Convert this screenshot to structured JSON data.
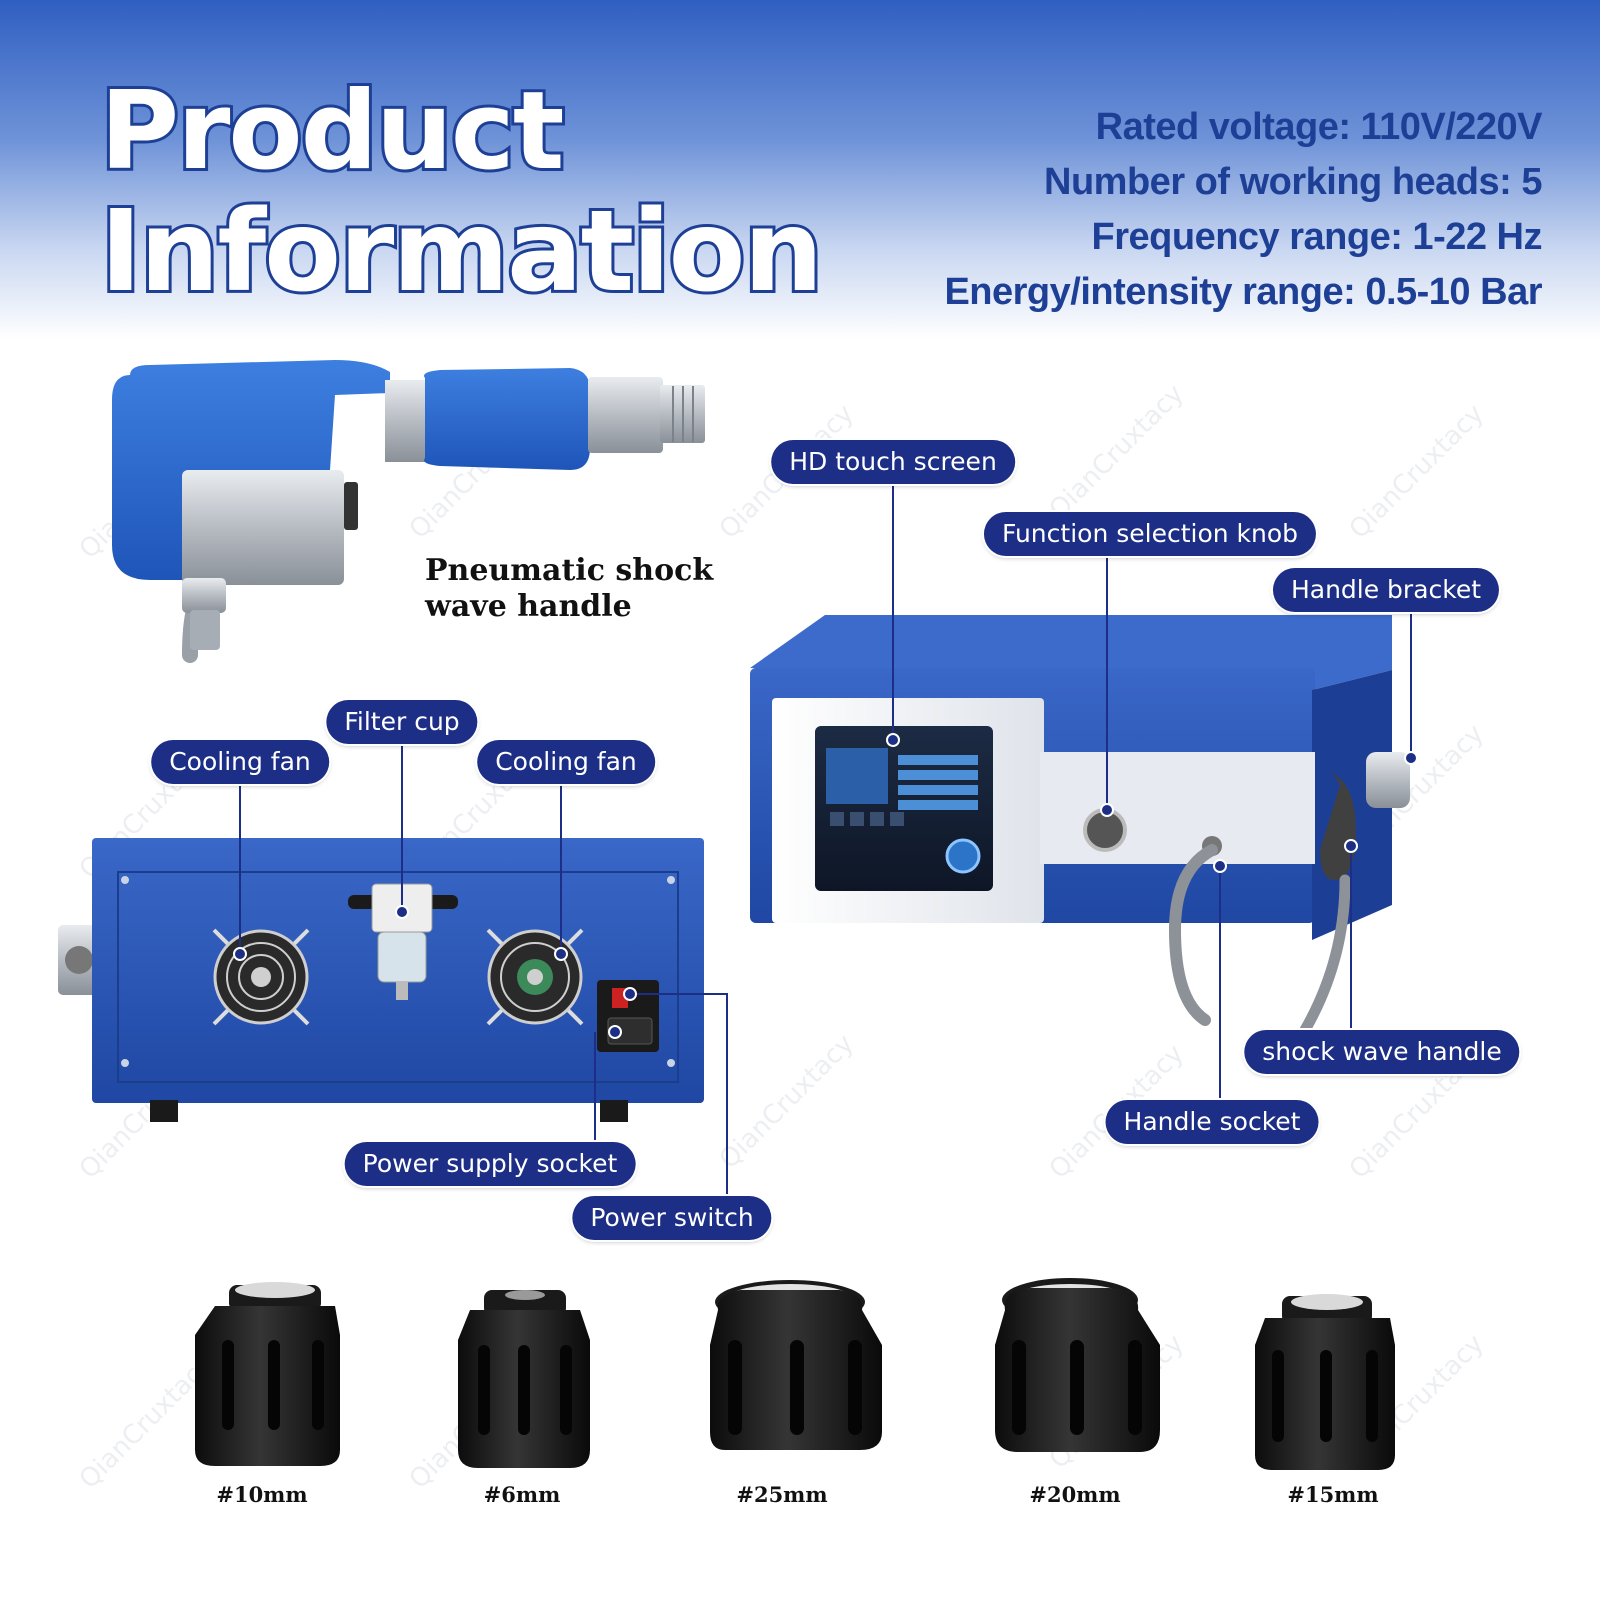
{
  "title": {
    "line1": "Product",
    "line2": "Information"
  },
  "specs": [
    "Rated voltage: 110V/220V",
    "Number of working heads: 5",
    "Frequency range: 1-22 Hz",
    "Energy/intensity range: 0.5-10 Bar"
  ],
  "handle_caption": {
    "line1": "Pneumatic shock",
    "line2": "wave handle"
  },
  "labels": {
    "hd_touch_screen": "HD touch screen",
    "function_knob": "Function selection knob",
    "handle_bracket": "Handle bracket",
    "filter_cup": "Filter cup",
    "cooling_fan_left": "Cooling fan",
    "cooling_fan_right": "Cooling fan",
    "power_supply_socket": "Power supply socket",
    "power_switch": "Power switch",
    "shock_wave_handle": "shock wave handle",
    "handle_socket": "Handle socket"
  },
  "heads": [
    "#10mm",
    "#6mm",
    "#25mm",
    "#20mm",
    "#15mm"
  ],
  "watermark": "QianCruxtacy",
  "colors": {
    "brand_blue": "#1d3f96",
    "label_navy": "#1c2e85",
    "device_blue": "#2a55b6"
  }
}
